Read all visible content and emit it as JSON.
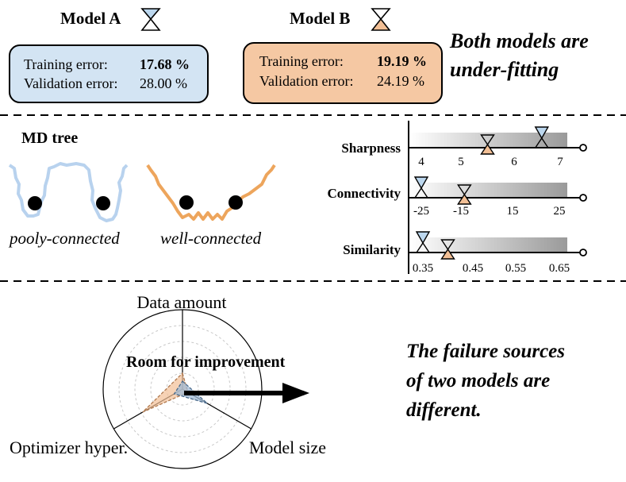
{
  "colors": {
    "model_a_fill": "#d3e4f3",
    "model_a_marker": "#bcd7ee",
    "model_b_fill": "#f5c8a3",
    "model_b_marker": "#f2bf95",
    "poor_curve": "#b8d2ee",
    "well_curve": "#eda55c"
  },
  "model_a": {
    "label": "Model A",
    "training_label": "Training error:",
    "training_value": "17.68 %",
    "validation_label": "Validation error:",
    "validation_value": "28.00 %"
  },
  "model_b": {
    "label": "Model B",
    "training_label": "Training error:",
    "training_value": "19.19 %",
    "validation_label": "Validation error:",
    "validation_value": "24.19 %"
  },
  "note_top": {
    "line1": "Both models are",
    "line2": "under-fitting"
  },
  "md_tree": {
    "title": "MD tree",
    "poor_label": "pooly-connected",
    "well_label": "well-connected"
  },
  "metrics": [
    {
      "name": "Sharpness",
      "ticks": [
        "4",
        "5",
        "6",
        "7"
      ],
      "tick_values": [
        4,
        5,
        6,
        7
      ],
      "model_a": 6.6,
      "model_b": 5.5
    },
    {
      "name": "Connectivity",
      "ticks": [
        "-25",
        "-15",
        "15",
        "25"
      ],
      "tick_values": [
        -25,
        -15,
        15,
        25
      ],
      "model_a": -25,
      "model_b": -13
    },
    {
      "name": "Similarity",
      "ticks": [
        "0.35",
        "0.45",
        "0.55",
        "0.65"
      ],
      "tick_values": [
        0.35,
        0.45,
        0.55,
        0.65
      ],
      "model_a": 0.35,
      "model_b": 0.4
    }
  ],
  "radar": {
    "axes": [
      "Data amount",
      "Model size",
      "Optimizer hyper."
    ],
    "overlay_label": "Room for improvement",
    "model_a_values": [
      0.1,
      0.36,
      0.12
    ],
    "model_b_values": [
      0.2,
      0.08,
      0.58
    ]
  },
  "note_bottom": {
    "line1": "The failure sources",
    "line2": "of two models are",
    "line3": "different."
  }
}
